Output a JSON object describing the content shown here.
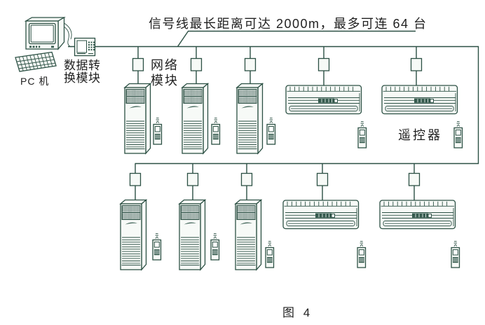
{
  "figure": {
    "annotation": "信号线最长距离可达 2000m，最多可连 64 台",
    "caption": "图 4"
  },
  "labels": {
    "pc": "PC 机",
    "data_converter_lines": [
      "数据转",
      "换模块"
    ],
    "network_module_lines": [
      "网络",
      "模块"
    ],
    "remote_controller": "遥控器"
  },
  "colors": {
    "line": "#2c5044",
    "dark_fill": "#33594c",
    "text": "#1f1f1f",
    "background": "#ffffff"
  }
}
